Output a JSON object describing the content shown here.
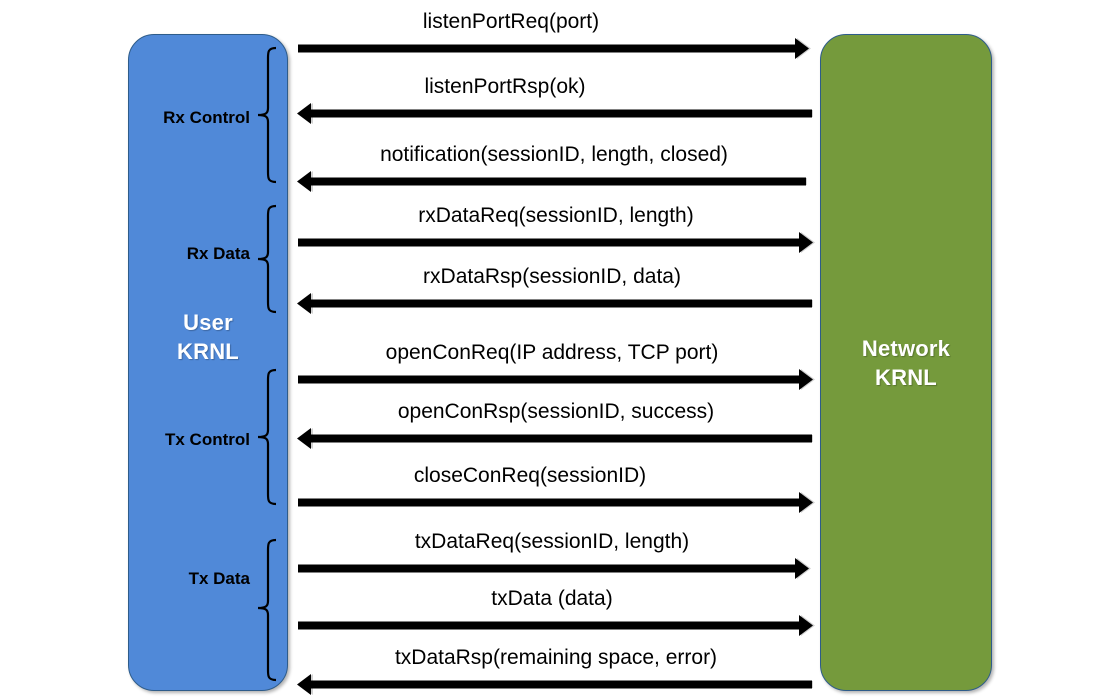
{
  "diagram": {
    "type": "sequence-diagram",
    "background": "#FFFFFF"
  },
  "lifelines": [
    {
      "id": "user",
      "label": "User\nKRNL",
      "color": "#5089D8",
      "border_color": "#2E5C8A",
      "side": "left"
    },
    {
      "id": "network",
      "label": "Network\nKRNL",
      "color": "#759A3C",
      "border_color": "#2E5C8A",
      "side": "right"
    }
  ],
  "groups": [
    {
      "id": "rx-control",
      "label": "Rx Control",
      "messages": [
        0,
        1,
        2
      ]
    },
    {
      "id": "rx-data",
      "label": "Rx Data",
      "messages": [
        3,
        4
      ]
    },
    {
      "id": "tx-control",
      "label": "Tx Control",
      "messages": [
        5,
        6,
        7
      ]
    },
    {
      "id": "tx-data",
      "label": "Tx Data",
      "messages": [
        8,
        9,
        10
      ]
    }
  ],
  "messages": [
    {
      "label": "listenPortReq(port)",
      "direction": "right"
    },
    {
      "label": "listenPortRsp(ok)",
      "direction": "left"
    },
    {
      "label": "notification(sessionID, length, closed)",
      "direction": "left"
    },
    {
      "label": "rxDataReq(sessionID, length)",
      "direction": "right"
    },
    {
      "label": "rxDataRsp(sessionID, data)",
      "direction": "left"
    },
    {
      "label": "openConReq(IP address, TCP port)",
      "direction": "right"
    },
    {
      "label": "openConRsp(sessionID, success)",
      "direction": "left"
    },
    {
      "label": "closeConReq(sessionID)",
      "direction": "right"
    },
    {
      "label": "txDataReq(sessionID, length)",
      "direction": "right"
    },
    {
      "label": "txData (data)",
      "direction": "right"
    },
    {
      "label": "txDataRsp(remaining space, error)",
      "direction": "left"
    }
  ]
}
